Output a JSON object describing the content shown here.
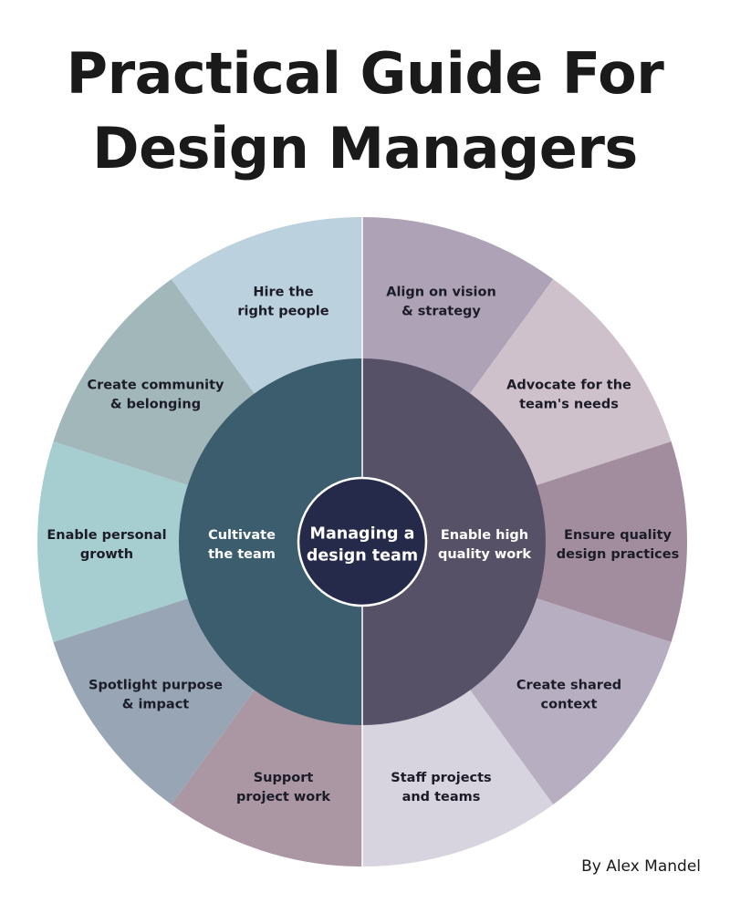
{
  "title": {
    "line1": "Practical Guide For",
    "line2": "Design Managers"
  },
  "credit": "By Alex Mandel",
  "diagram": {
    "center": {
      "label": [
        "Managing a",
        "design team"
      ],
      "color": "#262a4a"
    },
    "middle": [
      {
        "label": [
          "Cultivate",
          "the team"
        ],
        "color": "#3b5d6d"
      },
      {
        "label": [
          "Enable high",
          "quality work"
        ],
        "color": "#575168"
      }
    ],
    "outer": [
      {
        "label": [
          "Align on vision",
          "& strategy"
        ],
        "color": "#aea3b6"
      },
      {
        "label": [
          "Advocate for the",
          "team's needs"
        ],
        "color": "#cfc1cb"
      },
      {
        "label": [
          "Ensure quality",
          "design practices"
        ],
        "color": "#a18d9e"
      },
      {
        "label": [
          "Create shared",
          "context"
        ],
        "color": "#b7afc1"
      },
      {
        "label": [
          "Staff projects",
          "and teams"
        ],
        "color": "#d7d4df"
      },
      {
        "label": [
          "Support",
          "project work"
        ],
        "color": "#ab96a4"
      },
      {
        "label": [
          "Spotlight purpose",
          "& impact"
        ],
        "color": "#97a5b4"
      },
      {
        "label": [
          "Enable personal",
          "growth"
        ],
        "color": "#a6cdcf"
      },
      {
        "label": [
          "Create community",
          "& belonging"
        ],
        "color": "#a1b7ba"
      },
      {
        "label": [
          "Hire the",
          "right people"
        ],
        "color": "#bbd1dd"
      }
    ]
  }
}
